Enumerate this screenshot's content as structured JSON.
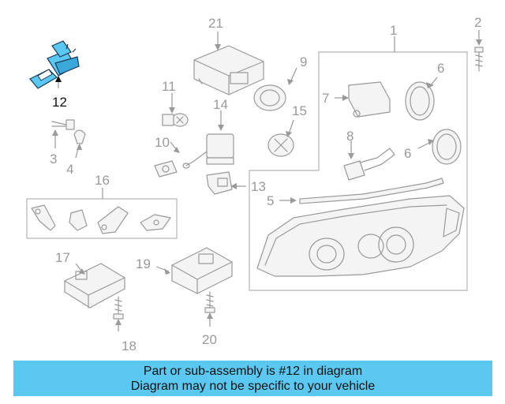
{
  "diagram": {
    "highlight_color": "#5ac8f0",
    "callouts": {
      "c1": "1",
      "c2": "2",
      "c3": "3",
      "c4": "4",
      "c5": "5",
      "c6a": "6",
      "c6b": "6",
      "c7": "7",
      "c8": "8",
      "c9": "9",
      "c10": "10",
      "c11": "11",
      "c12": "12",
      "c13": "13",
      "c14": "14",
      "c15": "15",
      "c16": "16",
      "c17": "17",
      "c18": "18",
      "c19": "19",
      "c20": "20",
      "c21": "21"
    }
  },
  "banner": {
    "line1": "Part or sub-assembly is #12 in diagram",
    "line2": "Diagram may not be specific to your vehicle",
    "color": "#5ac8f0"
  }
}
